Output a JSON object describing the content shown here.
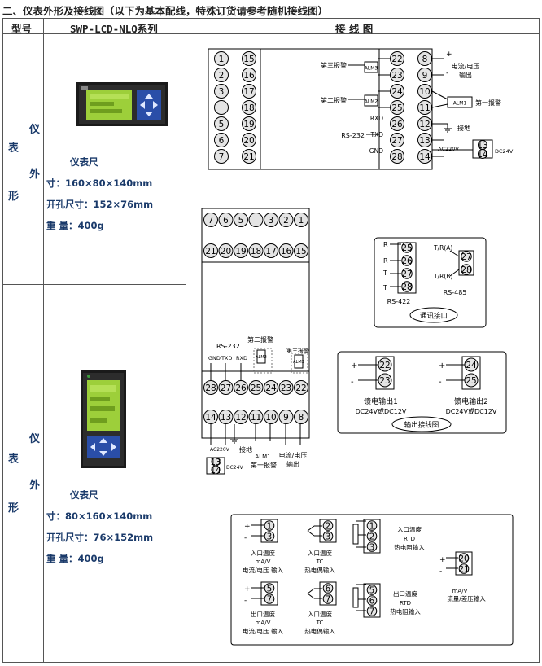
{
  "heading": "二、仪表外形及接线图（以下为基本配线，特殊订货请参考随机接线图）",
  "table": {
    "col_model": "型号",
    "col_series": "SWP-LCD-NLQ系列",
    "col_wiring": "接 线 图"
  },
  "rows": [
    {
      "side_label_chars": [
        "仪",
        "表",
        "外",
        "形"
      ],
      "size_line1": "仪表尺",
      "size_line2": "寸：160×80×140mm",
      "cutout": "开孔尺寸：152×76mm",
      "weight": "重 量：400g"
    },
    {
      "side_label_chars": [
        "仪",
        "表",
        "外",
        "形"
      ],
      "size_line1": "仪表尺",
      "size_line2": "寸：80×160×140mm",
      "cutout": "开孔尺寸：76×152mm",
      "weight": "重 量：400g"
    }
  ],
  "wiring": {
    "horizontal": {
      "left_col": [
        "1",
        "2",
        "3",
        "",
        "5",
        "6",
        "7"
      ],
      "mid_col": [
        "15",
        "16",
        "17",
        "18",
        "19",
        "20",
        "21"
      ],
      "right_inner": [
        "22",
        "23",
        "24",
        "25",
        "26",
        "27",
        "28"
      ],
      "right_outer": [
        "8",
        "9",
        "10",
        "11",
        "12",
        "13",
        "14"
      ],
      "alarm3_text": "第三报警",
      "alarm2_text": "第二报警",
      "alm3": "ALM3",
      "alm2": "ALM2",
      "alm1": "ALM1",
      "alarm1_text": "第一报警",
      "rxd": "RXD",
      "txd": "TXD",
      "gnd": "GND",
      "rs232": "RS-232",
      "current_voltage_output": "电流/电压",
      "output": "输出",
      "ground": "接地",
      "ac220v": "AC220V",
      "dc24v": "DC24V",
      "t13": "13",
      "t14": "14",
      "plus": "+",
      "minus": "-"
    },
    "vertical": {
      "top_row": [
        "7",
        "6",
        "5",
        "",
        "3",
        "2",
        "1"
      ],
      "second_row": [
        "21",
        "20",
        "19",
        "18",
        "17",
        "16",
        "15"
      ],
      "third_row": [
        "28",
        "27",
        "26",
        "25",
        "24",
        "23",
        "22"
      ],
      "bottom_row": [
        "14",
        "13",
        "12",
        "11",
        "10",
        "9",
        "8"
      ],
      "rs232": "RS-232",
      "alarm2_text": "第二报警",
      "alarm3_text": "第三报警",
      "gnd": "GND",
      "txd": "TXD",
      "rxd": "RXD",
      "alm2": "ALM2",
      "alm3": "ALM3",
      "ac220v": "AC220V",
      "dc24v": "DC24V",
      "ground": "接地",
      "alm1": "ALM1",
      "alarm1_text": "第一报警",
      "current_voltage": "电流/电压",
      "output": "输出",
      "t13": "13",
      "t14": "14"
    },
    "comm": {
      "r_plus": "R",
      "r_minus": "R",
      "t_plus": "T",
      "t_minus": "T",
      "t25": "25",
      "t26": "26",
      "t27": "27",
      "t28": "28",
      "tr_a": "T/R(A)",
      "tr_b": "T/R(B)",
      "rs422": "RS-422",
      "rs485": "RS-485",
      "title": "通讯接口"
    },
    "output_box": {
      "feed1": "馈电输出1",
      "feed2": "馈电输出2",
      "dc1": "DC24V或DC12V",
      "dc2": "DC24V或DC12V",
      "title": "输出接线图",
      "t22": "22",
      "t23": "23",
      "t24": "24",
      "t25": "25"
    },
    "input_box": {
      "g1_terms": [
        "1",
        "3"
      ],
      "g1_l1": "入口温度",
      "g1_l2": "mA/V",
      "g1_l3": "电流/电压 输入",
      "g2_terms": [
        "2",
        "3"
      ],
      "g2_l1": "入口温度",
      "g2_l2": "TC",
      "g2_l3": "热电偶输入",
      "g3_terms": [
        "1",
        "2",
        "3"
      ],
      "g3_l1": "入口温度",
      "g3_l2": "RTD",
      "g3_l3": "热电阻输入",
      "g4_terms": [
        "20",
        "21"
      ],
      "g4_l1": "mA/V",
      "g4_l2": "流量/差压输入",
      "g5_terms": [
        "5",
        "7"
      ],
      "g5_l1": "出口温度",
      "g5_l2": "mA/V",
      "g5_l3": "电流/电压 输入",
      "g6_terms": [
        "6",
        "7"
      ],
      "g6_l1": "入口温度",
      "g6_l2": "TC",
      "g6_l3": "热电偶输入",
      "g7_terms": [
        "5",
        "6",
        "7"
      ],
      "g7_l1": "出口温度",
      "g7_l2": "RTD",
      "g7_l3": "热电阻输入"
    }
  }
}
